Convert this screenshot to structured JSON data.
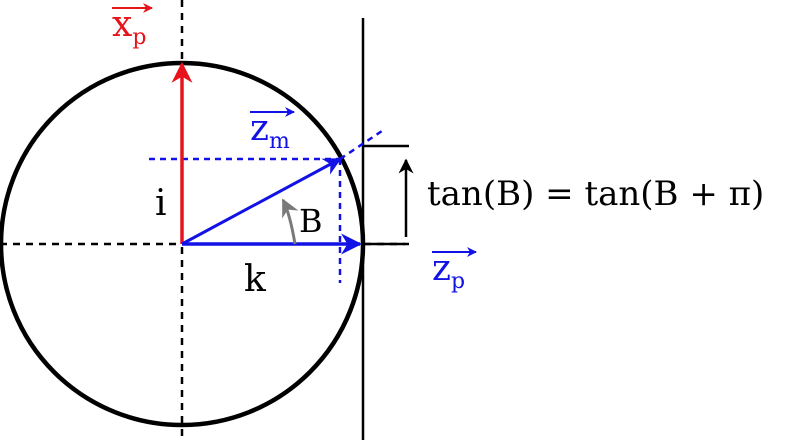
{
  "labels": {
    "x_p": {
      "main": "x",
      "sub": "p"
    },
    "z_m": {
      "main": "z",
      "sub": "m"
    },
    "z_p": {
      "main": "z",
      "sub": "p"
    },
    "i": "i",
    "k": "k",
    "B": "B",
    "formula": "tan(B) = tan(B + π)"
  },
  "colors": {
    "black": "#000000",
    "red": "#e8141b",
    "blue": "#1212e6",
    "gray": "#7a7a7a"
  }
}
